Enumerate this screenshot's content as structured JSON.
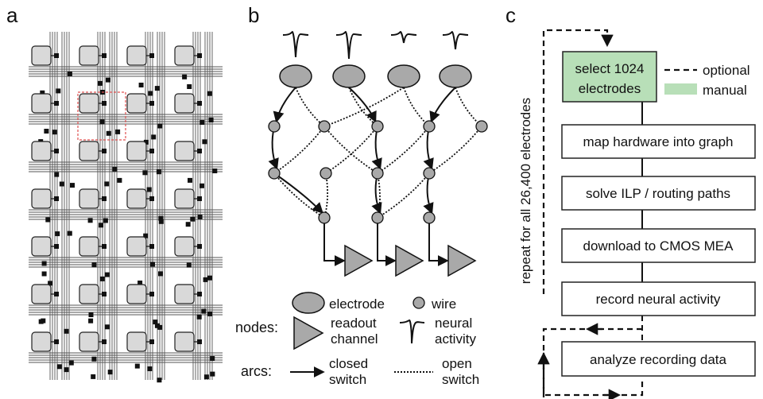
{
  "panels": {
    "a": {
      "letter": "a"
    },
    "b": {
      "letter": "b",
      "legend": {
        "nodes_label": "nodes:",
        "arcs_label": "arcs:",
        "electrode": "electrode",
        "wire": "wire",
        "readout_line1": "readout",
        "readout_line2": "channel",
        "neural_line1": "neural",
        "neural_line2": "activity",
        "closed_line1": "closed",
        "closed_line2": "switch",
        "open_line1": "open",
        "open_line2": "switch"
      },
      "colors": {
        "node_fill": "#a9a9a9",
        "node_stroke": "#111111"
      }
    },
    "c": {
      "letter": "c",
      "steps": [
        {
          "line1": "select 1024",
          "line2": "electrodes",
          "manual": true
        },
        {
          "label": "map hardware into graph"
        },
        {
          "label": "solve ILP / routing paths"
        },
        {
          "label": "download to CMOS MEA"
        },
        {
          "label": "record neural activity"
        },
        {
          "label": "analyze recording data"
        }
      ],
      "legend": {
        "optional": "optional",
        "manual": "manual"
      },
      "side_label": "repeat for all 26,400 electrodes",
      "colors": {
        "manual": "#b8dfb8",
        "manual_border": "#222222"
      }
    }
  }
}
